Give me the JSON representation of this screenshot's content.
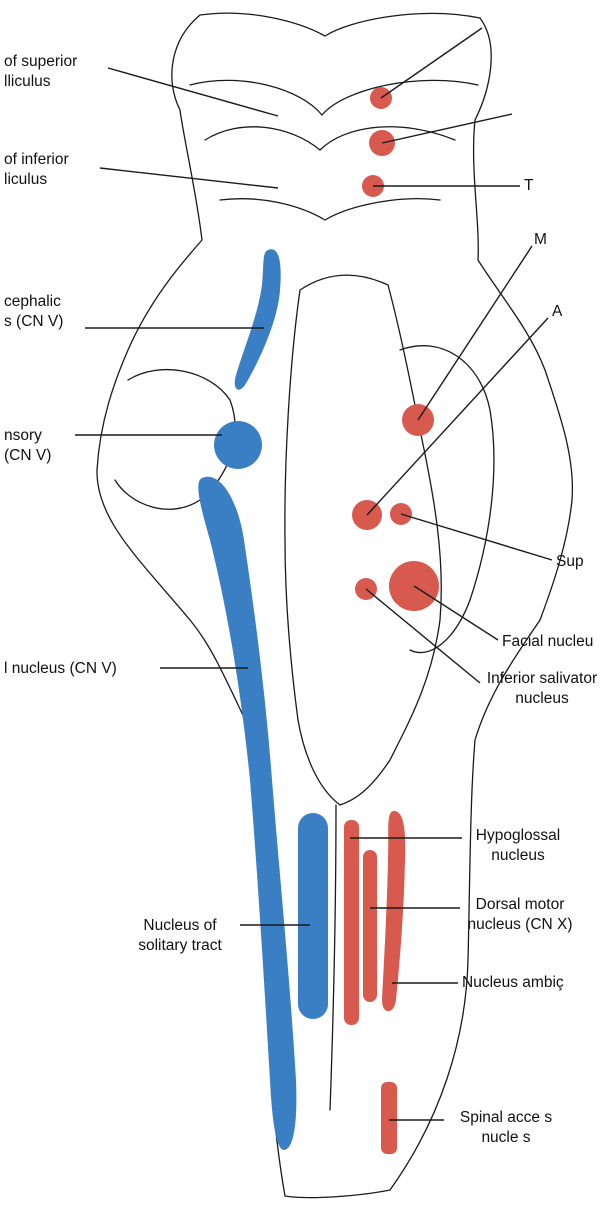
{
  "colors": {
    "sensory": "#3a7fc4",
    "motor": "#d85a4f",
    "outline": "#1a1a1a"
  },
  "labels": {
    "superior_colliculus": "of superior\nlliculus",
    "inferior_colliculus": "of inferior\nliculus",
    "mesencephalic": "cephalic\ns (CN V)",
    "principal_sensory": "nsory\n(CN V)",
    "spinal_trigeminal": "l nucleus (CN V)",
    "solitary": "Nucleus of\nsolitary tract",
    "trochlear": "T",
    "motor_trigeminal": "M",
    "abducens": "A",
    "superior_salivatory": "Sup",
    "facial": "Facial nucleu",
    "inferior_salivatory": "Inferior salivator\nnucleus",
    "hypoglossal": "Hypoglossal\nnucleus",
    "dorsal_motor": "Dorsal motor\nnucleus (CN X)",
    "ambiguus": "Nucleus ambiç",
    "spinal_accessory": "Spinal acce s\nnucle s"
  }
}
